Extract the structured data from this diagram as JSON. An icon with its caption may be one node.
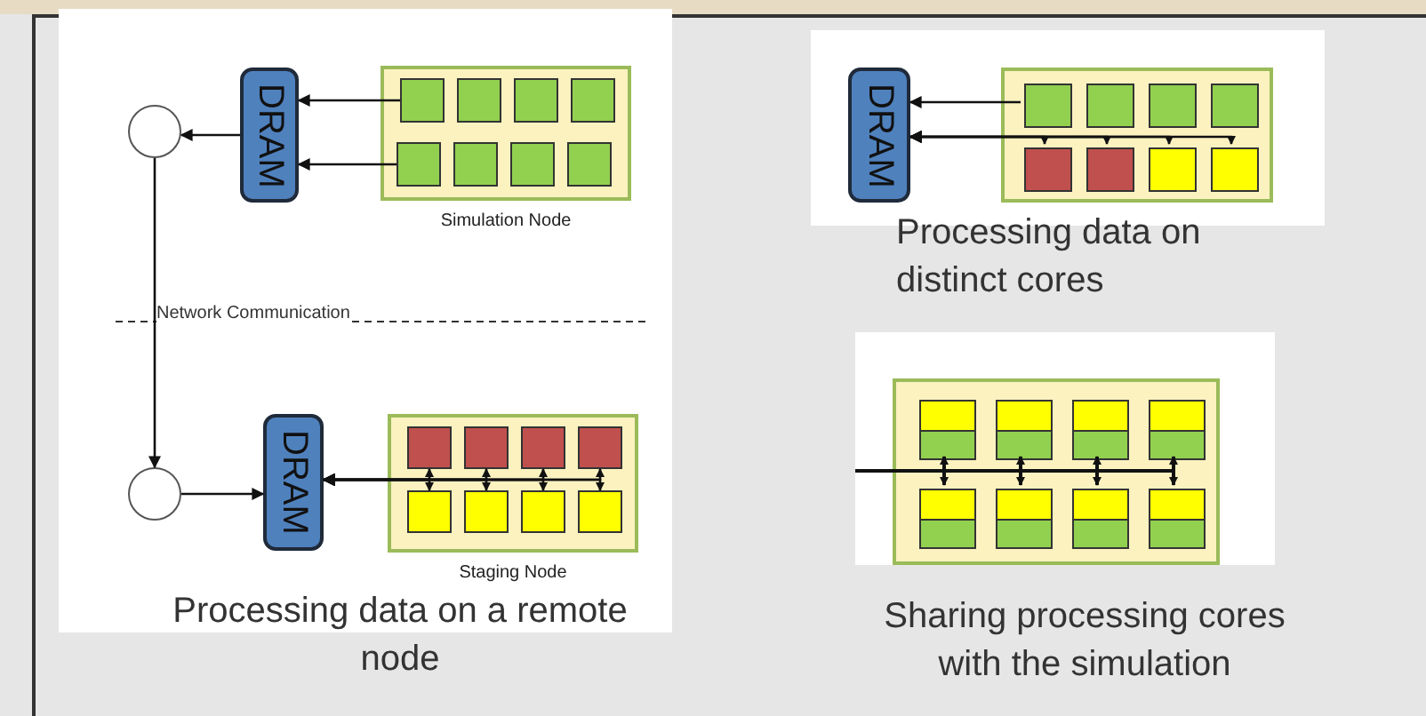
{
  "diagram": {
    "nodes": [
      {
        "text": [],
        "shape": "circle"
      },
      {
        "text": [
          "DRAM"
        ]
      },
      {
        "text": [
          "Simulation Node"
        ]
      },
      {
        "text": [],
        "shape": "box",
        "in": 2
      },
      {
        "text": [],
        "shape": "box",
        "in": 2
      },
      {
        "text": [],
        "shape": "box",
        "in": 2
      },
      {
        "text": [],
        "shape": "box",
        "in": 2
      },
      {
        "text": [],
        "shape": "box",
        "in": 2
      },
      {
        "text": [],
        "shape": "box",
        "in": 2
      },
      {
        "text": [],
        "shape": "box",
        "in": 2
      },
      {
        "text": [],
        "shape": "box",
        "in": 2
      },
      {
        "text": [],
        "shape": "circle"
      },
      {
        "text": [
          "DRAM"
        ]
      },
      {
        "text": [
          "Staging Node"
        ]
      },
      {
        "text": [],
        "shape": "box",
        "in": 13
      },
      {
        "text": [],
        "shape": "box",
        "in": 13
      },
      {
        "text": [],
        "shape": "box",
        "in": 13
      },
      {
        "text": [],
        "shape": "box",
        "in": 13
      },
      {
        "text": [],
        "shape": "box",
        "in": 13
      },
      {
        "text": [],
        "shape": "box",
        "in": 13
      },
      {
        "text": [],
        "shape": "box",
        "in": 13
      },
      {
        "text": [],
        "shape": "box",
        "in": 13
      },
      {
        "text": [
          "DRAM"
        ]
      },
      {
        "text": [],
        "shape": "box"
      },
      {
        "text": [],
        "shape": "box",
        "in": 23
      },
      {
        "text": [],
        "shape": "box",
        "in": 23
      },
      {
        "text": [],
        "shape": "box",
        "in": 23
      },
      {
        "text": [],
        "shape": "box",
        "in": 23
      },
      {
        "text": [],
        "shape": "box",
        "in": 23
      },
      {
        "text": [],
        "shape": "box",
        "in": 23
      },
      {
        "text": [],
        "shape": "box",
        "in": 23
      },
      {
        "text": [],
        "shape": "box",
        "in": 23
      },
      {
        "text": [],
        "shape": "box"
      },
      {
        "text": [],
        "shape": "box",
        "in": 32
      },
      {
        "text": [],
        "shape": "box",
        "in": 32
      },
      {
        "text": [],
        "shape": "box",
        "in": 32
      },
      {
        "text": [],
        "shape": "box",
        "in": 32
      },
      {
        "text": [],
        "shape": "box",
        "in": 32
      },
      {
        "text": [],
        "shape": "box",
        "in": 32
      },
      {
        "text": [],
        "shape": "box",
        "in": 32
      },
      {
        "text": [],
        "shape": "box",
        "in": 32
      }
    ],
    "edges": [
      {
        "from": 3,
        "to": 1,
        "arrow": "to"
      },
      {
        "from": 7,
        "to": 1,
        "arrow": "to"
      },
      {
        "from": 1,
        "to": 0,
        "arrow": "to"
      },
      {
        "from": 0,
        "to": 11,
        "arrow": "to"
      },
      {
        "from": 11,
        "to": 12,
        "arrow": "to"
      },
      {
        "from": 14,
        "to": 12,
        "arrow": "both"
      },
      {
        "from": 15,
        "to": 12,
        "arrow": "both"
      },
      {
        "from": 16,
        "to": 12,
        "arrow": "both"
      },
      {
        "from": 17,
        "to": 12,
        "arrow": "both"
      },
      {
        "from": 18,
        "to": 12,
        "arrow": "both"
      },
      {
        "from": 19,
        "to": 12,
        "arrow": "both"
      },
      {
        "from": 20,
        "to": 12,
        "arrow": "both"
      },
      {
        "from": 21,
        "to": 12,
        "arrow": "both"
      },
      {
        "from": 24,
        "to": 22,
        "arrow": "to"
      },
      {
        "from": 28,
        "to": 22,
        "arrow": "both"
      },
      {
        "from": 29,
        "to": 22,
        "arrow": "both"
      },
      {
        "from": 30,
        "to": 22,
        "arrow": "both"
      },
      {
        "from": 31,
        "to": 22,
        "arrow": "both"
      },
      {
        "from": null,
        "to": 33,
        "arrow": "to"
      },
      {
        "from": null,
        "to": 34,
        "arrow": "to"
      },
      {
        "from": null,
        "to": 35,
        "arrow": "to"
      },
      {
        "from": null,
        "to": 36,
        "arrow": "to"
      },
      {
        "from": null,
        "to": 37,
        "arrow": "to"
      },
      {
        "from": null,
        "to": 38,
        "arrow": "to"
      },
      {
        "from": null,
        "to": 39,
        "arrow": "to"
      },
      {
        "from": null,
        "to": 40,
        "arrow": "to"
      }
    ],
    "labels": [
      "Network Communication",
      "Processing data on a remote node",
      "Processing data on distinct cores",
      "Sharing processing cores with the simulation"
    ]
  }
}
